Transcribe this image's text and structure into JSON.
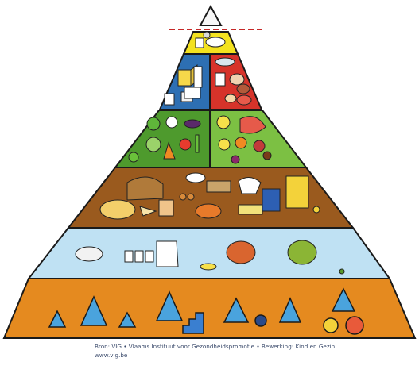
{
  "image": {
    "description_free": true,
    "tiers": [
      {
        "id": "top",
        "color": "#f0f0f0"
      },
      {
        "id": "extras",
        "color": "#f3e21f"
      },
      {
        "id": "protein-left",
        "color": "#2d6fb3"
      },
      {
        "id": "protein-right",
        "color": "#d6332a"
      },
      {
        "id": "vegetables",
        "color": "#4e9a2d"
      },
      {
        "id": "fruit",
        "color": "#7cc043"
      },
      {
        "id": "grains",
        "color": "#9a5a1e"
      },
      {
        "id": "drinks",
        "color": "#bfe1f3"
      },
      {
        "id": "activity",
        "color": "#e58a1f"
      }
    ],
    "accents": {
      "dashed_line": "#c62828",
      "outline": "#1a1a1a",
      "figure_blue": "#4aa3dd"
    }
  },
  "source": {
    "line1": "Bron: VIG • Vlaams Instituut voor Gezondheidspromotie • Bewerking: Kind en Gezin",
    "line2": "www.vig.be"
  }
}
